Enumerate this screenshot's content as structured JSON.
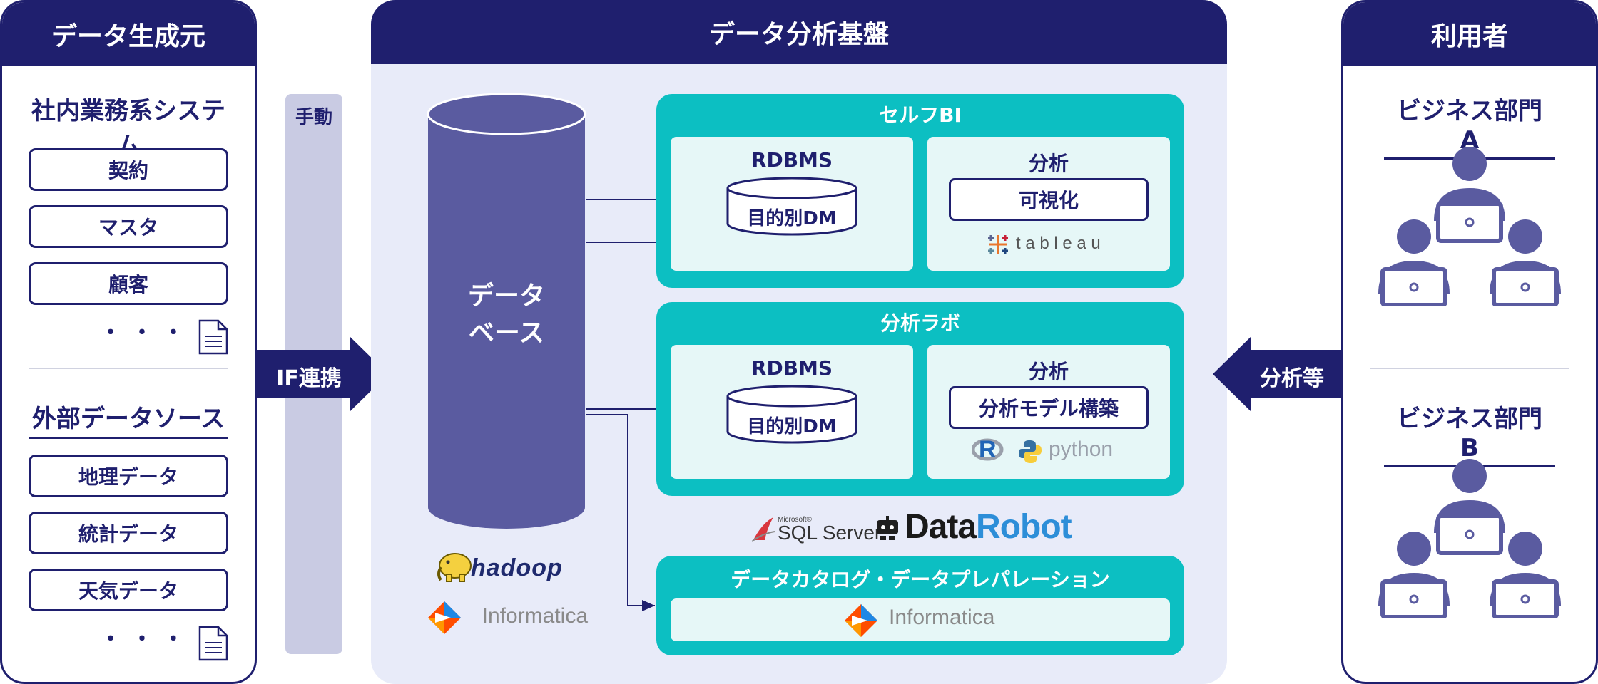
{
  "columns": {
    "sources": {
      "title": "データ生成元",
      "internal": {
        "title": "社内業務系システム",
        "items": [
          "契約",
          "マスタ",
          "顧客"
        ],
        "more": "・・・"
      },
      "external": {
        "title": "外部データソース",
        "items": [
          "地理データ",
          "統計データ",
          "天気データ"
        ],
        "more": "・・・"
      }
    },
    "platform": {
      "title": "データ分析基盤",
      "database": {
        "line1": "データ",
        "line2": "ベース"
      },
      "self_bi": {
        "title": "セルフBI",
        "rdbms": {
          "title": "RDBMS",
          "dm": "目的別DM"
        },
        "analysis": {
          "title": "分析",
          "box": "可視化",
          "logo": "t a b l e a u"
        }
      },
      "lab": {
        "title": "分析ラボ",
        "rdbms": {
          "title": "RDBMS",
          "dm": "目的別DM"
        },
        "analysis": {
          "title": "分析",
          "box": "分析モデル構築",
          "logo_r": "R",
          "logo_python": "python"
        }
      },
      "mid_logos": {
        "sql_small": "Microsoft®",
        "sql": "SQL Server",
        "datarobot_a": "Data",
        "datarobot_b": "Robot"
      },
      "db_logos": {
        "hadoop": "hadoop",
        "informatica": "Informatica"
      },
      "catalog": {
        "title": "データカタログ・データプレパレーション",
        "logo": "Informatica"
      }
    },
    "users": {
      "title": "利用者",
      "groups": [
        "ビジネス部門 A",
        "ビジネス部門 B"
      ]
    }
  },
  "manual": {
    "label": "手動"
  },
  "arrows": {
    "if": "IF連携",
    "analysis": "分析等"
  },
  "colors": {
    "navy": "#1f1f6e",
    "teal": "#0cbfc2",
    "lavender": "#e8ebf9",
    "cylinder": "#5a5ba0"
  }
}
